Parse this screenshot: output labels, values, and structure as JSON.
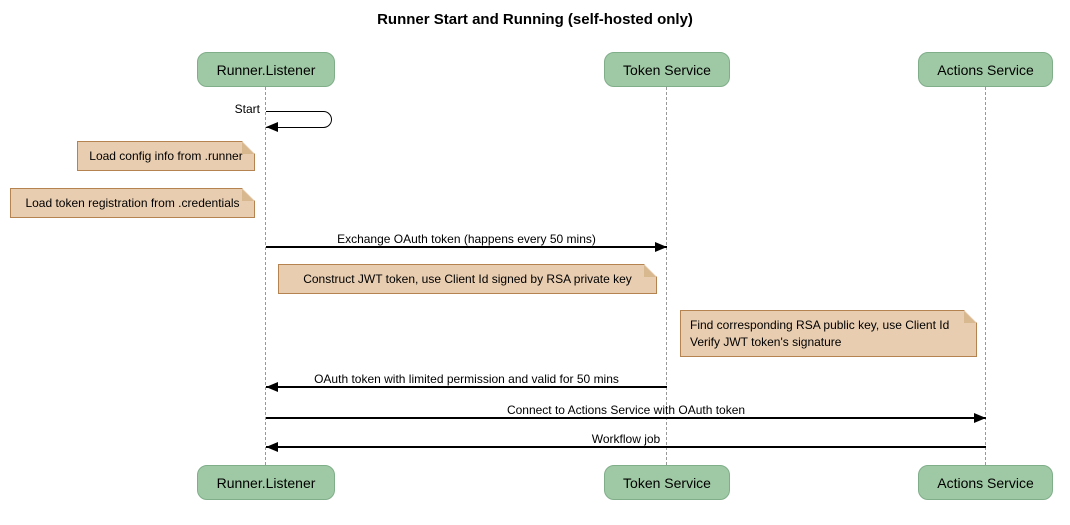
{
  "diagram": {
    "title": "Runner Start and Running (self-hosted only)",
    "type": "sequence-diagram"
  },
  "actors": {
    "runner": "Runner.Listener",
    "token": "Token Service",
    "actions": "Actions Service"
  },
  "messages": {
    "start": {
      "label": "Start",
      "from": "Runner.Listener",
      "to": "Runner.Listener",
      "kind": "self"
    },
    "exchange": {
      "label": "Exchange OAuth token (happens every 50 mins)",
      "from": "Runner.Listener",
      "to": "Token Service"
    },
    "oauth_return": {
      "label": "OAuth token with limited permission and valid for 50 mins",
      "from": "Token Service",
      "to": "Runner.Listener"
    },
    "connect": {
      "label": "Connect to Actions Service with OAuth token",
      "from": "Runner.Listener",
      "to": "Actions Service"
    },
    "workflow": {
      "label": "Workflow job",
      "from": "Actions Service",
      "to": "Runner.Listener"
    }
  },
  "notes": {
    "config": "Load config info from .runner",
    "credentials": "Load token registration from .credentials",
    "jwt": "Construct JWT token, use Client Id signed by RSA private key",
    "verify_line1": "Find corresponding RSA public key, use Client Id",
    "verify_line2": "Verify JWT token's signature"
  },
  "colors": {
    "background": "#FFFFFF",
    "text": "#000000",
    "actor_fill": "#9FC9A4",
    "actor_border": "#7FAE89",
    "note_fill": "#E8CDB0",
    "note_border": "#B5834F",
    "note_fold": "#D8B98F",
    "lifeline": "#999999",
    "arrow": "#000000"
  }
}
